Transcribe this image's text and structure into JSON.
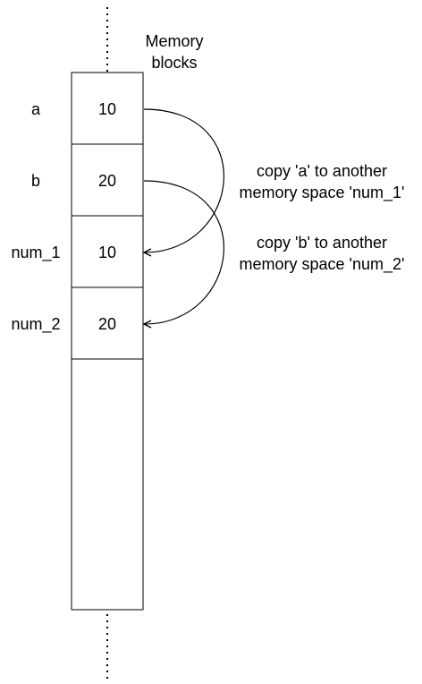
{
  "header": {
    "title_line1": "Memory",
    "title_line2": "blocks"
  },
  "memory": {
    "blocks": [
      {
        "name": "a",
        "value": "10"
      },
      {
        "name": "b",
        "value": "20"
      },
      {
        "name": "num_1",
        "value": "10"
      },
      {
        "name": "num_2",
        "value": "20"
      }
    ]
  },
  "annotations": [
    {
      "line1": "copy 'a' to another",
      "line2": "memory space 'num_1'"
    },
    {
      "line1": "copy 'b' to another",
      "line2": "memory space 'num_2'"
    }
  ]
}
